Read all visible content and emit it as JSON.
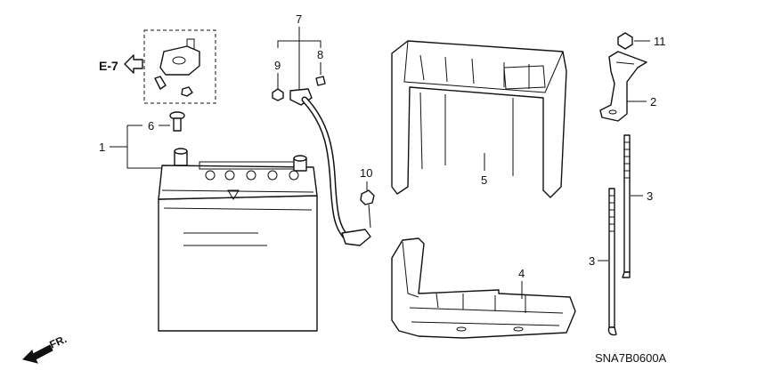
{
  "callouts": {
    "c1": "1",
    "c2": "2",
    "c3a": "3",
    "c3b": "3",
    "c4": "4",
    "c5": "5",
    "c6": "6",
    "c7": "7",
    "c8": "8",
    "c9": "9",
    "c10": "10",
    "c11": "11"
  },
  "reference_tag": "E-7",
  "direction_label": "FR.",
  "diagram_code": "SNA7B0600A"
}
